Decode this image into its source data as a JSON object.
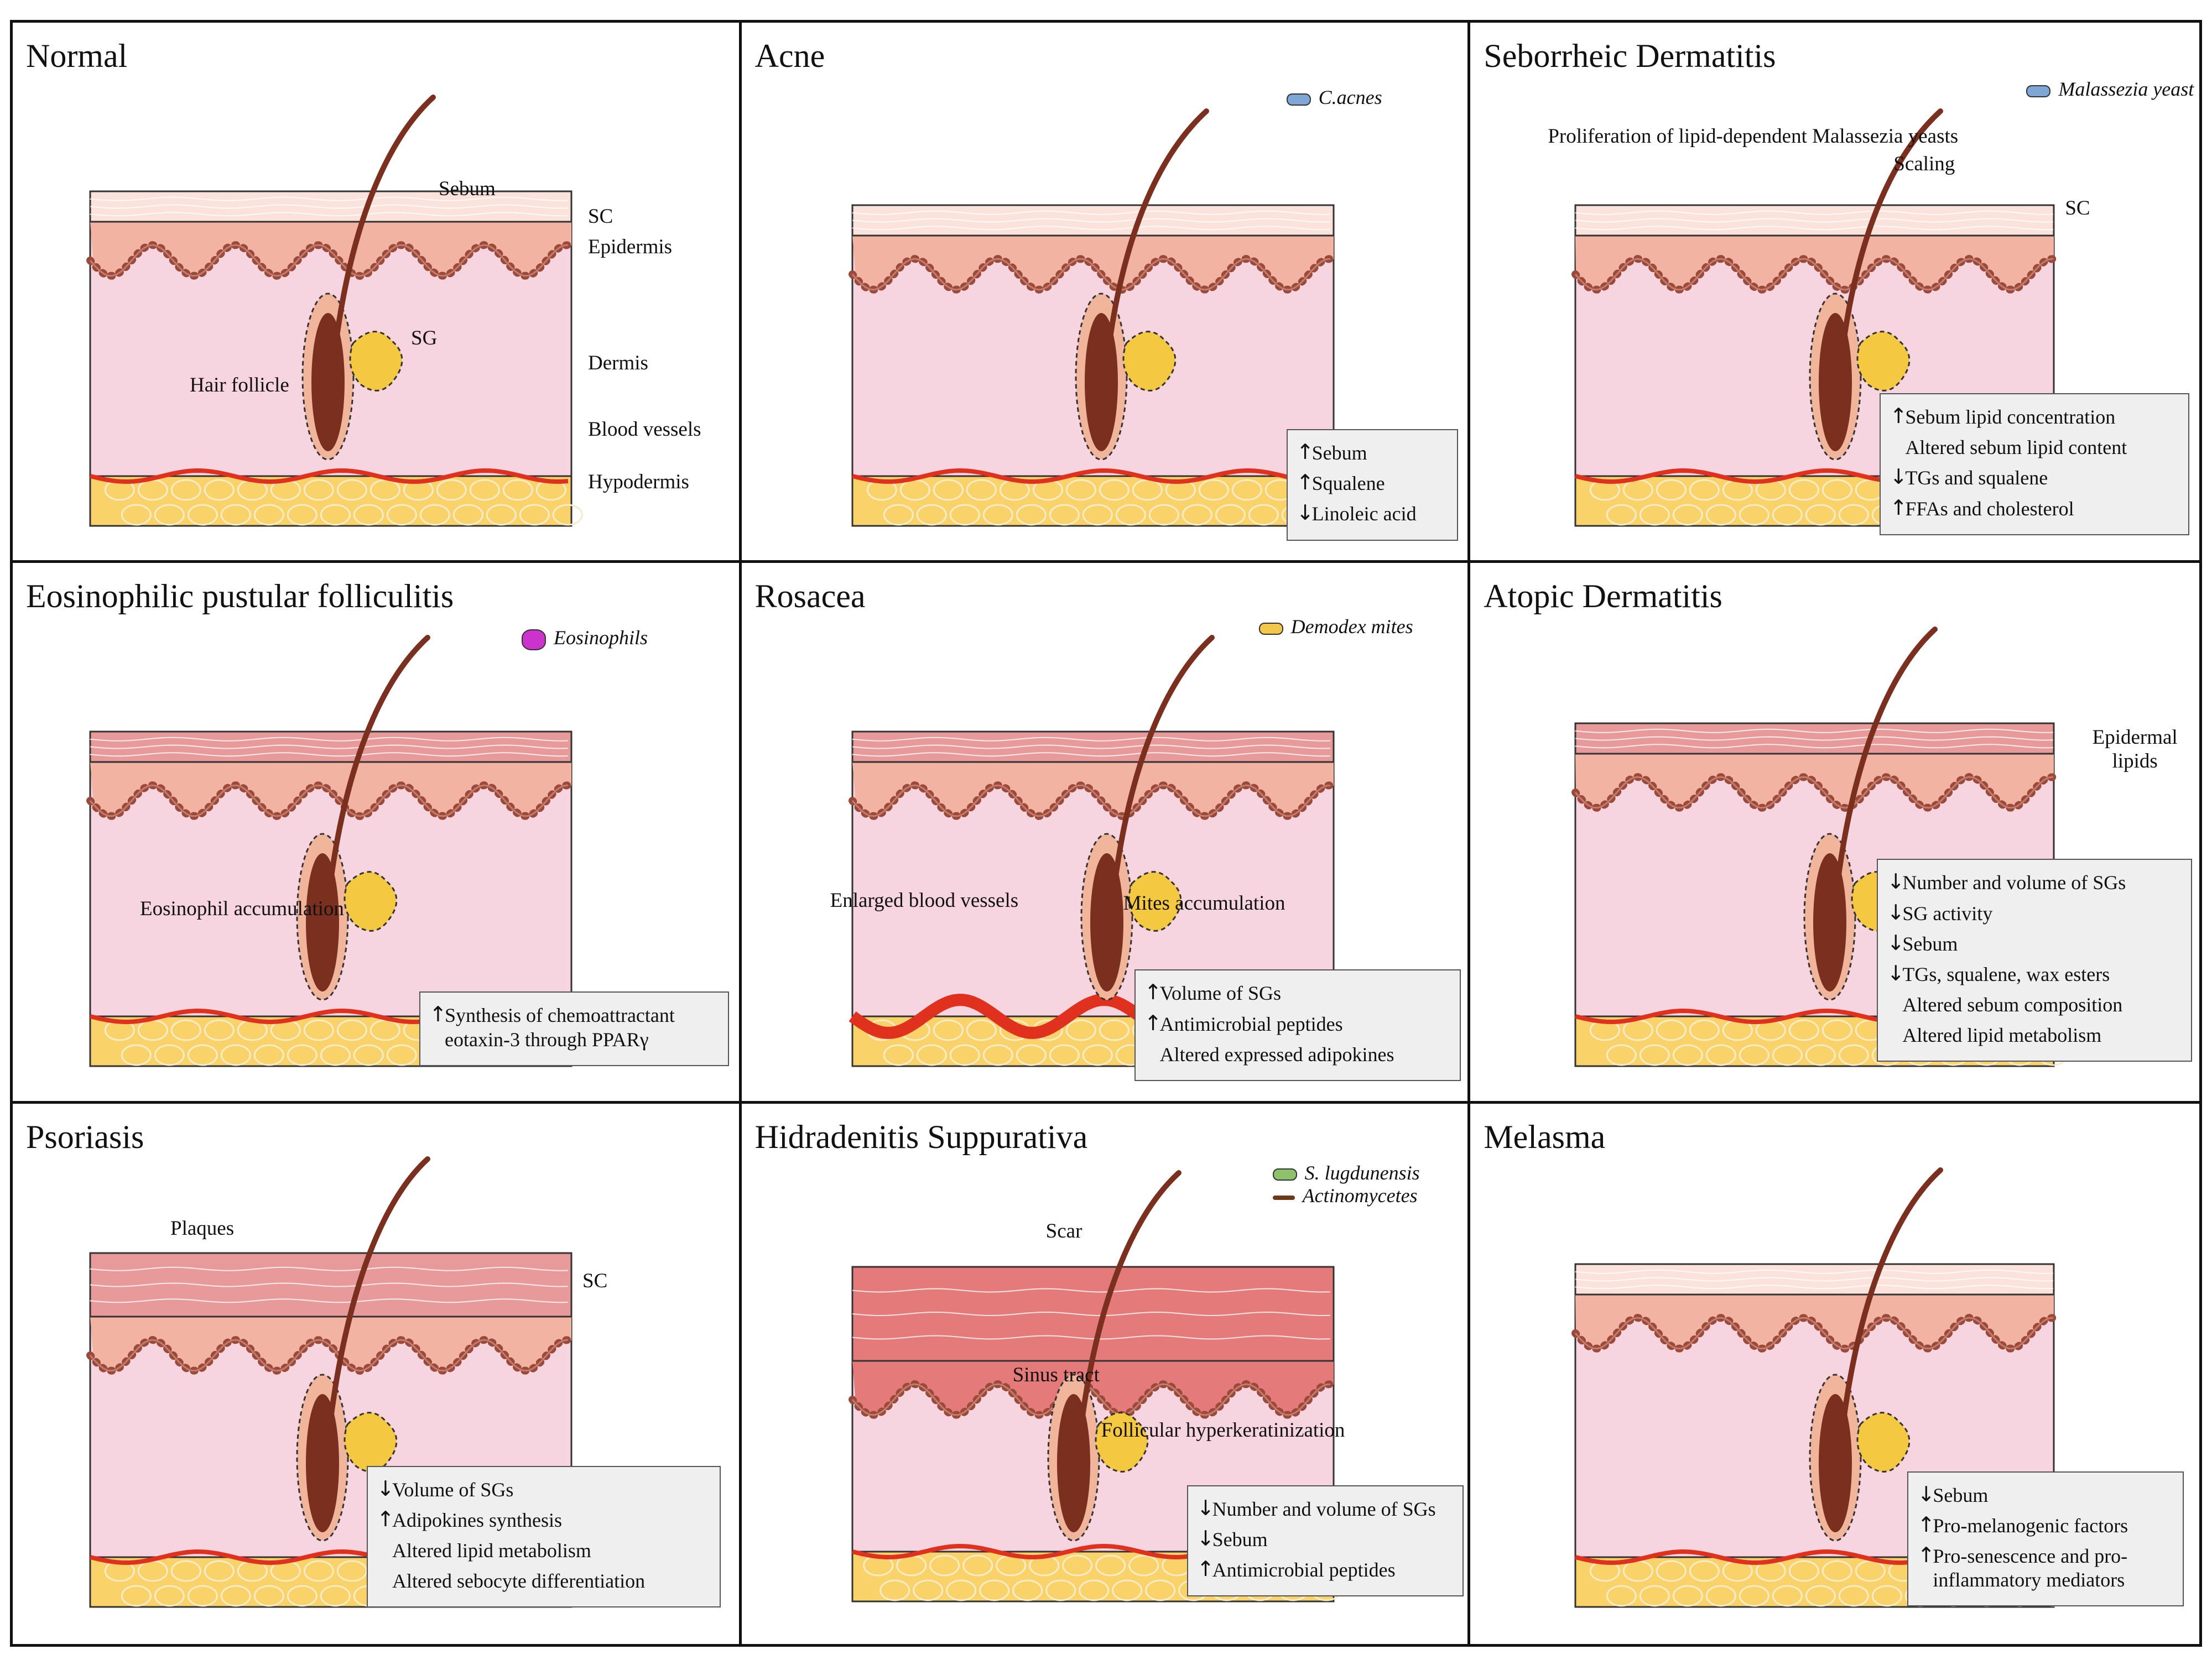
{
  "panels": [
    {
      "title": "Normal",
      "labels": {
        "sebum": "Sebum",
        "sc": "SC",
        "epidermis": "Epidermis",
        "sg": "SG",
        "dermis": "Dermis",
        "hair_follicle": "Hair follicle",
        "blood_vessels": "Blood vessels",
        "hypodermis": "Hypodermis"
      }
    },
    {
      "title": "Acne",
      "legend": [
        {
          "icon": "bacterium-rod-icon",
          "label": "C.acnes",
          "color": "#7fa7d6"
        }
      ],
      "box": [
        {
          "arrow": "up",
          "text": "Sebum"
        },
        {
          "arrow": "up",
          "text": "Squalene"
        },
        {
          "arrow": "down",
          "text": "Linoleic acid"
        }
      ]
    },
    {
      "title": "Seborrheic Dermatitis",
      "legend": [
        {
          "icon": "yeast-icon",
          "label": "Malassezia yeast spp",
          "color": "#7fa7d6"
        }
      ],
      "labels": {
        "proliferation": "Proliferation of lipid-dependent Malassezia yeasts",
        "scaling": "Scaling",
        "sc": "SC"
      },
      "box": [
        {
          "arrow": "up",
          "text": "Sebum lipid concentration"
        },
        {
          "arrow": "none",
          "text": "Altered sebum lipid content"
        },
        {
          "arrow": "down",
          "text": "TGs and squalene"
        },
        {
          "arrow": "up",
          "text": "FFAs and cholesterol"
        }
      ]
    },
    {
      "title": "Eosinophilic pustular folliculitis",
      "legend": [
        {
          "icon": "eosinophil-icon",
          "label": "Eosinophils",
          "color": "#cc33cc"
        }
      ],
      "labels": {
        "accumulation": "Eosinophil accumulation"
      },
      "box": [
        {
          "arrow": "up",
          "text": "Synthesis of chemoattractant eotaxin-3 through PPARγ"
        }
      ]
    },
    {
      "title": "Rosacea",
      "legend": [
        {
          "icon": "demodex-mite-icon",
          "label": "Demodex mites",
          "color": "#f3c74a"
        }
      ],
      "labels": {
        "enlarged_vessels": "Enlarged blood vessels",
        "mites": "Mites accumulation"
      },
      "box": [
        {
          "arrow": "up",
          "text": "Volume of SGs"
        },
        {
          "arrow": "up",
          "text": "Antimicrobial peptides"
        },
        {
          "arrow": "none",
          "text": "Altered expressed adipokines"
        }
      ]
    },
    {
      "title": "Atopic Dermatitis",
      "labels": {
        "epidermal_lipids": "Epidermal lipids"
      },
      "box": [
        {
          "arrow": "down",
          "text": "Number and volume of SGs"
        },
        {
          "arrow": "down",
          "text": "SG activity"
        },
        {
          "arrow": "down",
          "text": "Sebum"
        },
        {
          "arrow": "down",
          "text": "TGs, squalene, wax esters"
        },
        {
          "arrow": "none",
          "text": "Altered sebum composition"
        },
        {
          "arrow": "none",
          "text": "Altered lipid metabolism"
        }
      ]
    },
    {
      "title": "Psoriasis",
      "labels": {
        "plaques": "Plaques",
        "sc": "SC"
      },
      "box": [
        {
          "arrow": "down",
          "text": "Volume of SGs"
        },
        {
          "arrow": "up",
          "text": "Adipokines synthesis"
        },
        {
          "arrow": "none",
          "text": "Altered lipid metabolism"
        },
        {
          "arrow": "none",
          "text": "Altered sebocyte differentiation"
        }
      ]
    },
    {
      "title": "Hidradenitis Suppurativa",
      "legend": [
        {
          "icon": "bacterium-rod-icon",
          "label": "S. lugdunensis",
          "color": "#8dc26a"
        },
        {
          "icon": "actinomycete-icon",
          "label": "Actinomycetes",
          "color": "#6b3a1a"
        }
      ],
      "labels": {
        "scar": "Scar",
        "sinus": "Sinus tract",
        "hyperkeratinization": "Follicular hyperkeratinization"
      },
      "box": [
        {
          "arrow": "down",
          "text": "Number and volume of SGs"
        },
        {
          "arrow": "down",
          "text": "Sebum"
        },
        {
          "arrow": "up",
          "text": "Antimicrobial peptides"
        }
      ]
    },
    {
      "title": "Melasma",
      "box": [
        {
          "arrow": "down",
          "text": "Sebum"
        },
        {
          "arrow": "up",
          "text": "Pro-melanogenic factors"
        },
        {
          "arrow": "up",
          "text": "Pro-senescence and pro-inflammatory mediators"
        }
      ]
    }
  ],
  "colors": {
    "stratum_corneum": "#fbe3dc",
    "epidermis": "#f2b3a3",
    "dermis": "#f7d5e0",
    "hypodermis": "#f9d26a",
    "vessel": "#e0301e",
    "hair": "#7a2f1f",
    "sebum": "#f5c842",
    "inflamed": "#e57a7a",
    "box_bg": "#efefef"
  }
}
